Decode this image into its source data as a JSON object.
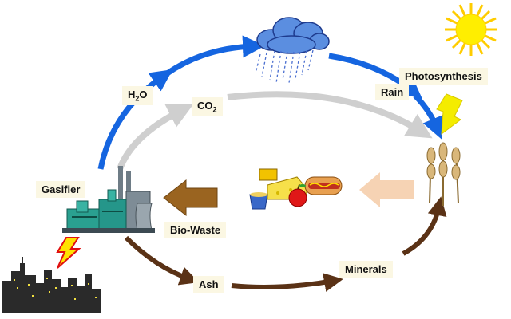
{
  "labels": {
    "gasifier": "Gasifier",
    "h2o_prefix": "H",
    "h2o_sub": "2",
    "h2o_suffix": "O",
    "co2_prefix": "CO",
    "co2_sub": "2",
    "rain": "Rain",
    "photosynthesis": "Photosynthesis",
    "bio_waste": "Bio-Waste",
    "ash": "Ash",
    "minerals": "Minerals"
  },
  "icons": {
    "cloud": "rain-cloud-icon",
    "sun": "sun-icon",
    "wheat": "wheat-icon",
    "food": "food-icon",
    "plant": "gasifier-plant-icon",
    "lightning": "lightning-icon",
    "city": "city-skyline-icon"
  },
  "colors": {
    "water_arrow": "#1565e0",
    "co2_arrow": "#cfcfcf",
    "material_arrow": "#5a3216",
    "biowaste_arrow": "#9a6420",
    "food_arrow": "#f6d3b4",
    "sun": "#ffee00",
    "photosynthesis_arrow": "#f4ec00",
    "label_bg": "#fbf7e3"
  }
}
